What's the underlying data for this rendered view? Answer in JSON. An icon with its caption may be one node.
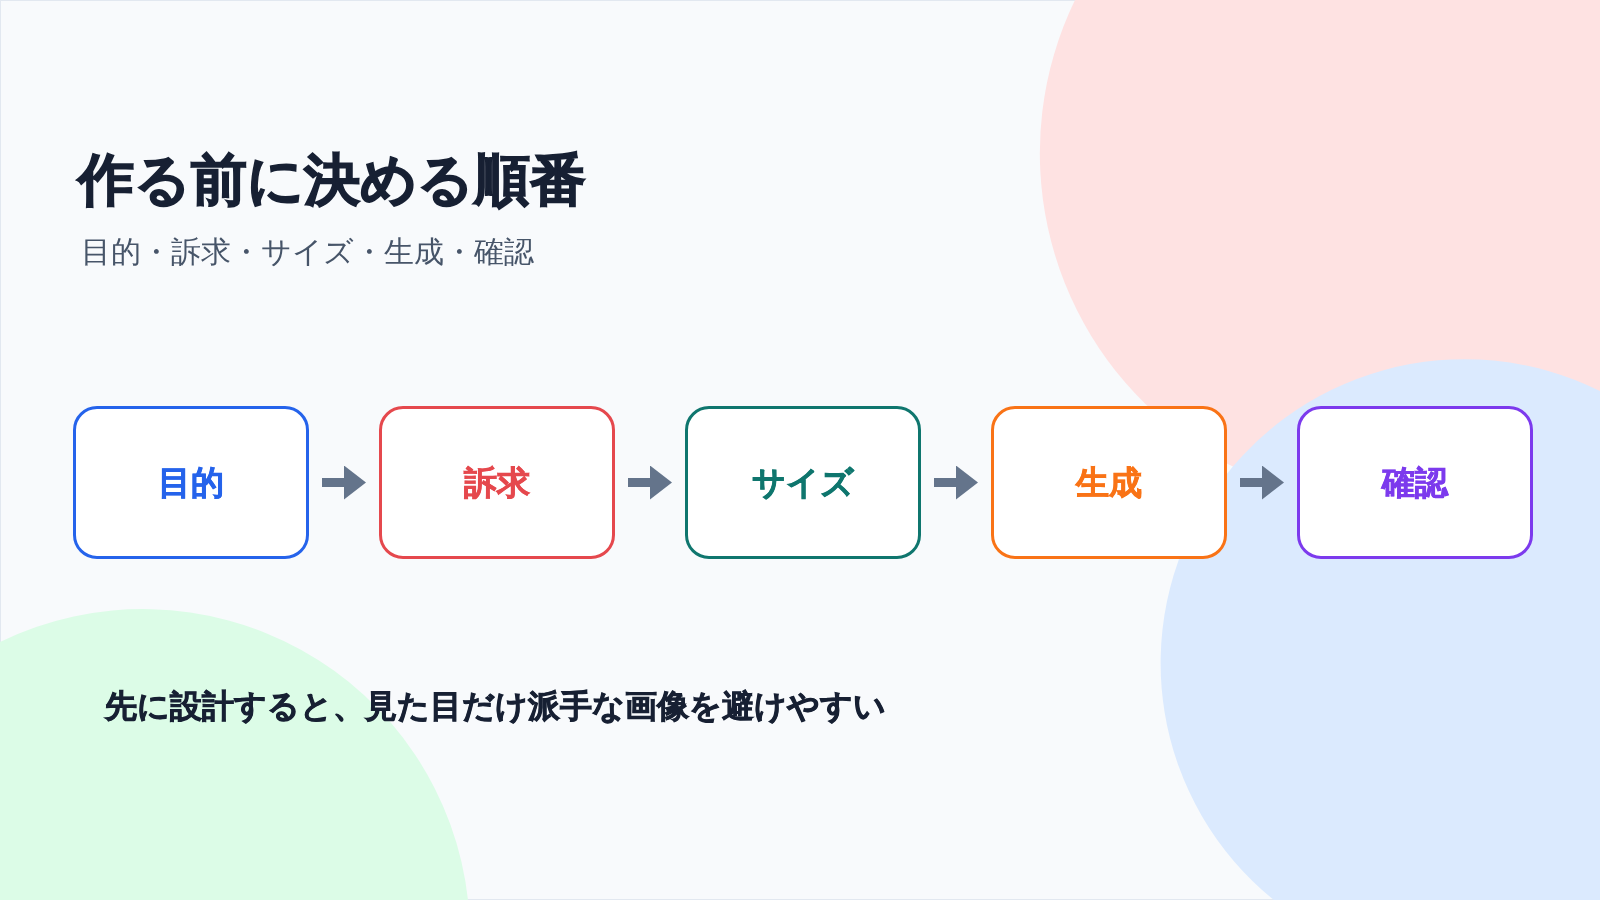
{
  "diagram": {
    "title": "作る前に決める順番",
    "caption": "先に設計すると、見た目だけ派手な画像を避けやすい",
    "nodes": [
      {
        "text": [
          "目的"
        ]
      },
      {
        "text": [
          "訴求"
        ]
      },
      {
        "text": [
          "サイズ"
        ]
      },
      {
        "text": [
          "生成"
        ]
      },
      {
        "text": [
          "確認"
        ]
      }
    ],
    "edges": [
      {
        "from": 0,
        "to": 1,
        "arrow": "to"
      },
      {
        "from": 1,
        "to": 2,
        "arrow": "to"
      },
      {
        "from": 2,
        "to": 3,
        "arrow": "to"
      },
      {
        "from": 3,
        "to": 4,
        "arrow": "to"
      }
    ],
    "labels": [
      "目的・訴求・サイズ・生成・確認"
    ]
  }
}
